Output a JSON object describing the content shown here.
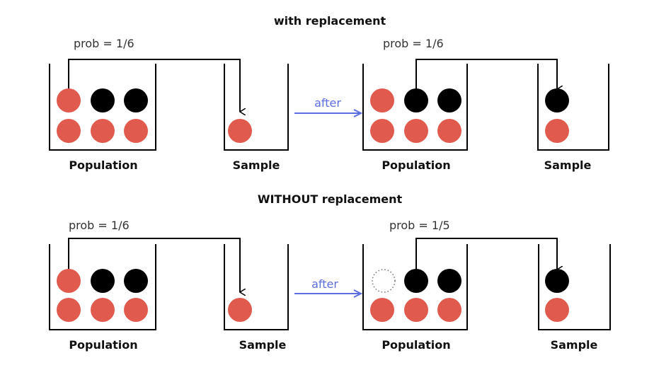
{
  "colors": {
    "red": "#e05a4e",
    "black": "#000000",
    "blue": "#5c6ee0",
    "line": "#000000"
  },
  "sections": [
    {
      "title": "with replacement",
      "panels": [
        {
          "prob": "prob = 1/6",
          "population_label": "Population",
          "sample_label": "Sample",
          "population_balls": [
            "red",
            "black",
            "black",
            "red",
            "red",
            "red"
          ],
          "sample_balls": [
            "red"
          ]
        },
        {
          "prob": "prob = 1/6",
          "population_label": "Population",
          "sample_label": "Sample",
          "population_balls": [
            "red",
            "black",
            "black",
            "red",
            "red",
            "red"
          ],
          "sample_balls": [
            "black",
            "red"
          ]
        }
      ],
      "arrow_label": "after"
    },
    {
      "title": "WITHOUT replacement",
      "panels": [
        {
          "prob": "prob = 1/6",
          "population_label": "Population",
          "sample_label": "Sample",
          "population_balls": [
            "red",
            "black",
            "black",
            "red",
            "red",
            "red"
          ],
          "sample_balls": [
            "red"
          ]
        },
        {
          "prob": "prob = 1/5",
          "population_label": "Population",
          "sample_label": "Sample",
          "population_balls": [
            "empty",
            "black",
            "black",
            "red",
            "red",
            "red"
          ],
          "sample_balls": [
            "black",
            "red"
          ]
        }
      ],
      "arrow_label": "after"
    }
  ]
}
